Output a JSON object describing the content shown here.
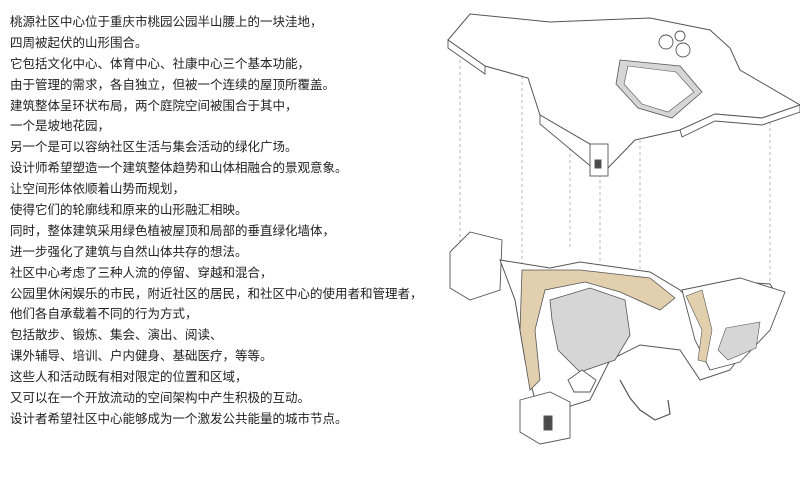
{
  "paragraph": {
    "lines": [
      "桃源社区中心位于重庆市桃园公园半山腰上的一块洼地，",
      "四周被起伏的山形围合。",
      "它包括文化中心、体育中心、社康中心三个基本功能，",
      "由于管理的需求，各自独立，但被一个连续的屋顶所覆盖。",
      "建筑整体呈环状布局，两个庭院空间被围合于其中，",
      "一个是坡地花园，",
      "另一个是可以容纳社区生活与集会活动的绿化广场。",
      "设计师希望塑造一个建筑整体趋势和山体相融合的景观意象。",
      "让空间形体依顺着山势而规划，",
      "使得它们的轮廓线和原来的山形融汇相映。",
      "同时，整体建筑采用绿色植被屋顶和局部的垂直绿化墙体，",
      "进一步强化了建筑与自然山体共存的想法。",
      "社区中心考虑了三种人流的停留、穿越和混合，",
      "公园里休闲娱乐的市民，附近社区的居民，和社区中心的使用者和管理者，",
      "他们各自承载着不同的行为方式，",
      "包括散步、锻炼、集会、演出、阅读、",
      "课外辅导、培训、户内健身、基础医疗，等等。",
      "这些人和活动既有相对限定的位置和区域，",
      "又可以在一个开放流动的空间架构中产生积极的互动。",
      "设计者希望社区中心能够成为一个激发公共能量的城市节点。"
    ]
  },
  "figure": {
    "line_color": "#555555",
    "fill_white": "#ffffff",
    "fill_wood": "#e2cfae",
    "fill_grey": "#d6d6d6",
    "fill_dark": "#4a4a4a"
  }
}
